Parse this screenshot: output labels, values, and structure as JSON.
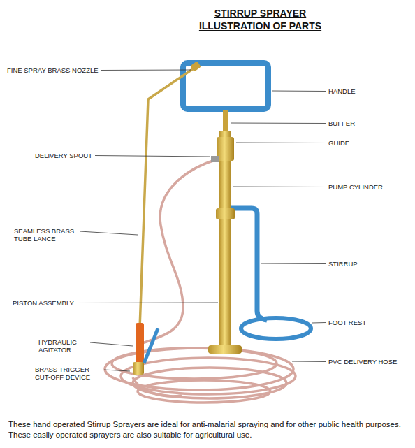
{
  "diagram": {
    "title": "STIRRUP SPRAYER ILLUSTRATION OF PARTS",
    "caption": "These hand operated Stirrup Sprayers are ideal for anti-malarial spraying and for other public health purposes. These easily operated sprayers are also suitable for agricultural use.",
    "labels": [
      "FINE SPRAY BRASS NOZZLE",
      "DELIVERY SPOUT",
      "SEAMLESS BRASS TUBE LANCE",
      "PISTON ASSEMBLY",
      "HYDRAULIC AGITATOR",
      "BRASS TRIGGER CUT-OFF DEVICE",
      "HANDLE",
      "BUFFER",
      "GUIDE",
      "PUMP CYLINDER",
      "STIRRUP",
      "FOOT REST",
      "PVC DELIVERY HOSE"
    ]
  }
}
